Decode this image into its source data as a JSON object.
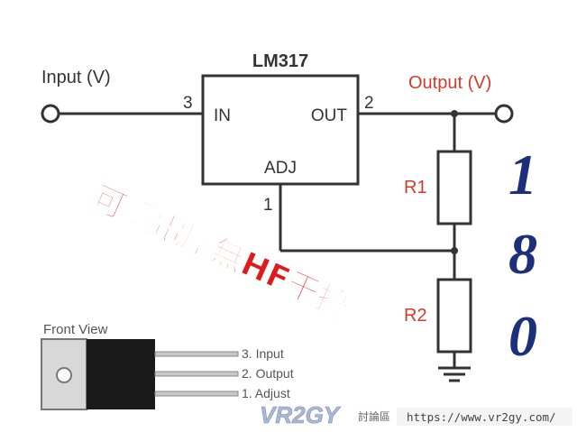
{
  "ic": {
    "name": "LM317",
    "pin_in": "IN",
    "pin_out": "OUT",
    "pin_adj": "ADJ",
    "pin1": "1",
    "pin2": "2",
    "pin3": "3"
  },
  "terminals": {
    "input": "Input (V)",
    "output": "Output (V)"
  },
  "resistors": {
    "r1": "R1",
    "r2": "R2"
  },
  "overlay": {
    "chinese_text": "可調電壓無HF干擾",
    "numbers": [
      "1",
      "8",
      "0"
    ]
  },
  "front_view": {
    "title": "Front View",
    "pins": [
      "3. Input",
      "2. Output",
      "1. Adjust"
    ]
  },
  "watermark": {
    "logo": "VR2GY",
    "forum": "討論區",
    "url": "https://www.vr2gy.com/"
  },
  "colors": {
    "line": "#333333",
    "output_label": "#d23b2a",
    "chinese_text": "#e01a1a",
    "numbers": "#1b2f7a",
    "r_label": "#d23b2a"
  }
}
